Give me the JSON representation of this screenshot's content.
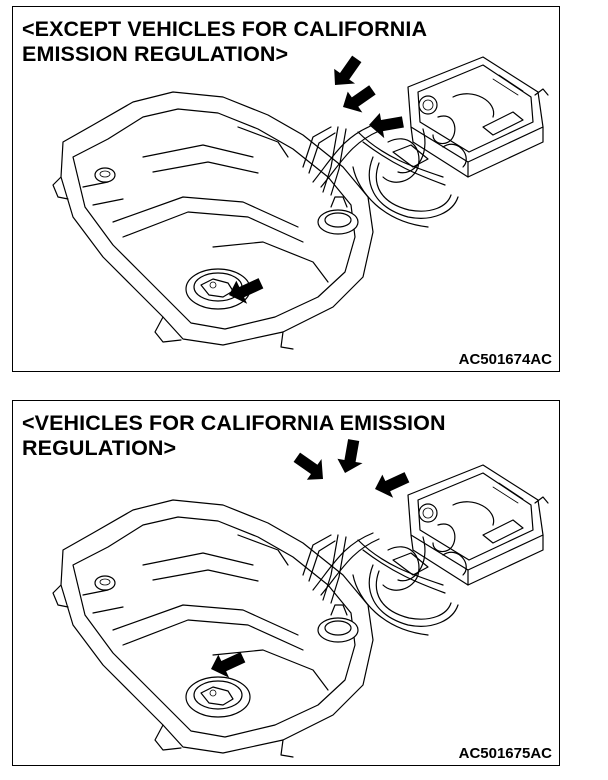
{
  "figures": [
    {
      "title": "<EXCEPT VEHICLES FOR CALIFORNIA\nEMISSION REGULATION>",
      "code": "AC501674AC",
      "icon": "fuel-tank-illustration"
    },
    {
      "title": "<VEHICLES FOR CALIFORNIA EMISSION\nREGULATION>",
      "code": "AC501675AC",
      "icon": "fuel-tank-illustration"
    }
  ],
  "colors": {
    "line": "#000000",
    "background": "#ffffff"
  }
}
